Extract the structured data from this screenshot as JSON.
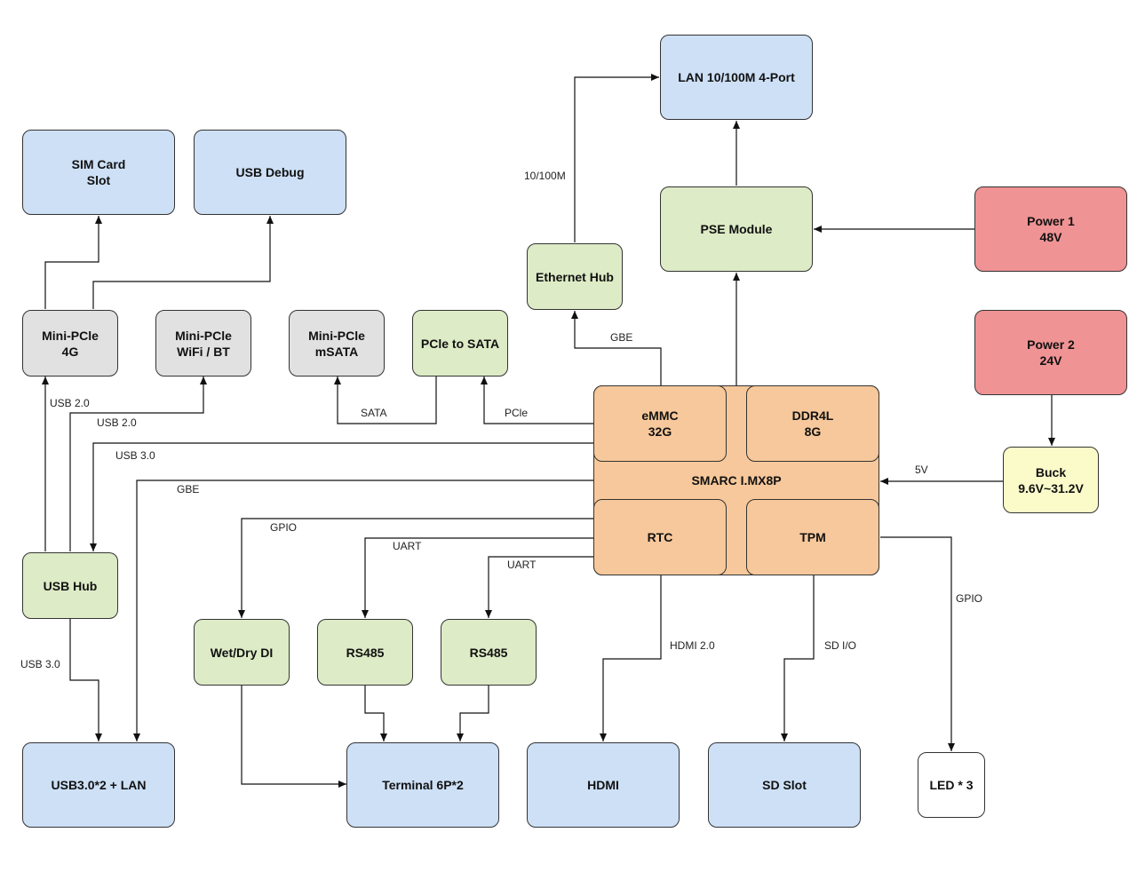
{
  "nodes": {
    "lan_port": "LAN 10/100M 4-Port",
    "sim_card": "SIM Card\nSlot",
    "usb_debug": "USB Debug",
    "pse_module": "PSE Module",
    "ethernet_hub": "Ethernet Hub",
    "power1": "Power 1\n48V",
    "power2": "Power 2\n24V",
    "mini_pcie_4g": "Mini-PCle\n4G",
    "mini_pcie_wifi": "Mini-PCle\nWiFi / BT",
    "mini_pcie_msata": "Mini-PCle\nmSATA",
    "pcie_to_sata": "PCle to SATA",
    "smarc": "SMARC I.MX8P",
    "emmc": "eMMC\n32G",
    "ddr4l": "DDR4L\n8G",
    "rtc": "RTC",
    "tpm": "TPM",
    "buck": "Buck\n9.6V~31.2V",
    "usb_hub": "USB Hub",
    "wet_dry_di": "Wet/Dry DI",
    "rs485_a": "RS485",
    "rs485_b": "RS485",
    "usb30_lan": "USB3.0*2  +  LAN",
    "terminal": "Terminal 6P*2",
    "hdmi": "HDMI",
    "sd_slot": "SD Slot",
    "led": "LED * 3"
  },
  "edge_labels": {
    "speed_10_100m": "10/100M",
    "gbe_ethernet": "GBE",
    "sata": "SATA",
    "pcie": "PCle",
    "usb20_4g": "USB 2.0",
    "usb20_wifi": "USB 2.0",
    "usb30_hub": "USB 3.0",
    "gbe_lan": "GBE",
    "five_volt": "5V",
    "gpio_di": "GPIO",
    "uart_a": "UART",
    "uart_b": "UART",
    "usb30_out": "USB 3.0",
    "hdmi20": "HDMI 2.0",
    "sd_io": "SD I/O",
    "gpio_led": "GPIO"
  },
  "colors": {
    "output_blue": "#cde0f6",
    "module_green": "#ddebc6",
    "slot_gray": "#e1e1e1",
    "power_red": "#f09394",
    "buck_yellow": "#fbfbca",
    "soc_orange": "#f7c89b"
  }
}
